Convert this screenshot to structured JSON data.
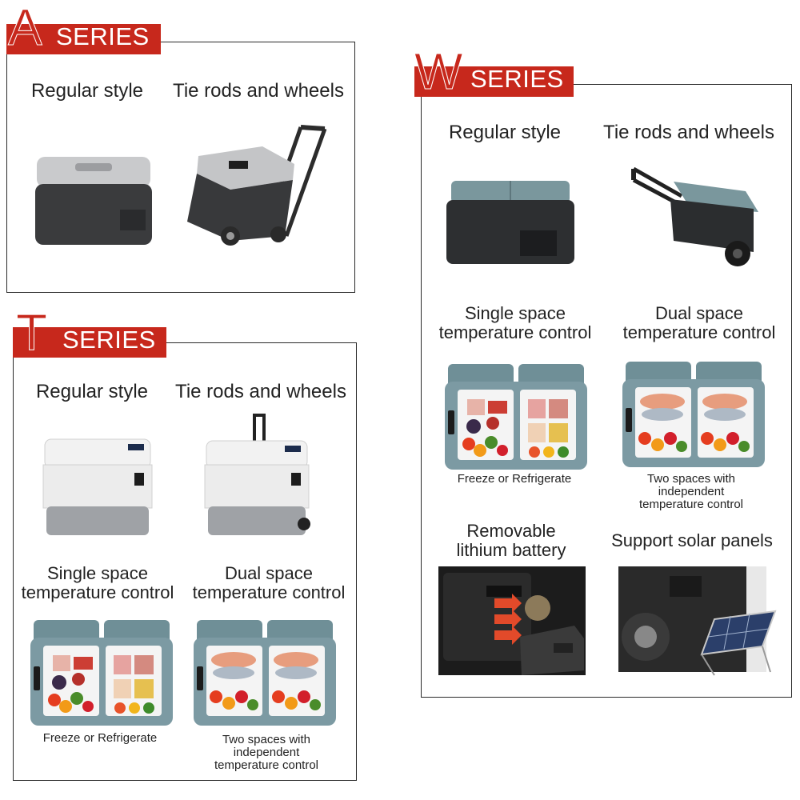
{
  "series": {
    "a": {
      "letter": "A",
      "word": "SERIES",
      "regular_label": "Regular style",
      "wheels_label": "Tie rods and wheels"
    },
    "t": {
      "letter": "T",
      "word": "SERIES",
      "regular_label": "Regular style",
      "wheels_label": "Tie rods and wheels",
      "single_label": "Single space temperature control",
      "dual_label": "Dual space temperature control",
      "freeze_caption": "Freeze or Refrigerate",
      "two_spaces_caption": "Two spaces with independent temperature control"
    },
    "w": {
      "letter": "W",
      "word": "SERIES",
      "regular_label": "Regular style",
      "wheels_label": "Tie rods and wheels",
      "single_label": "Single space temperature control",
      "dual_label": "Dual space temperature control",
      "freeze_caption": "Freeze or Refrigerate",
      "two_spaces_caption": "Two spaces with independent temperature control",
      "battery_label": "Removable lithium battery",
      "solar_label": "Support solar panels"
    }
  },
  "colors": {
    "brand_red": "#c7281c",
    "border": "#2a2a2a"
  }
}
